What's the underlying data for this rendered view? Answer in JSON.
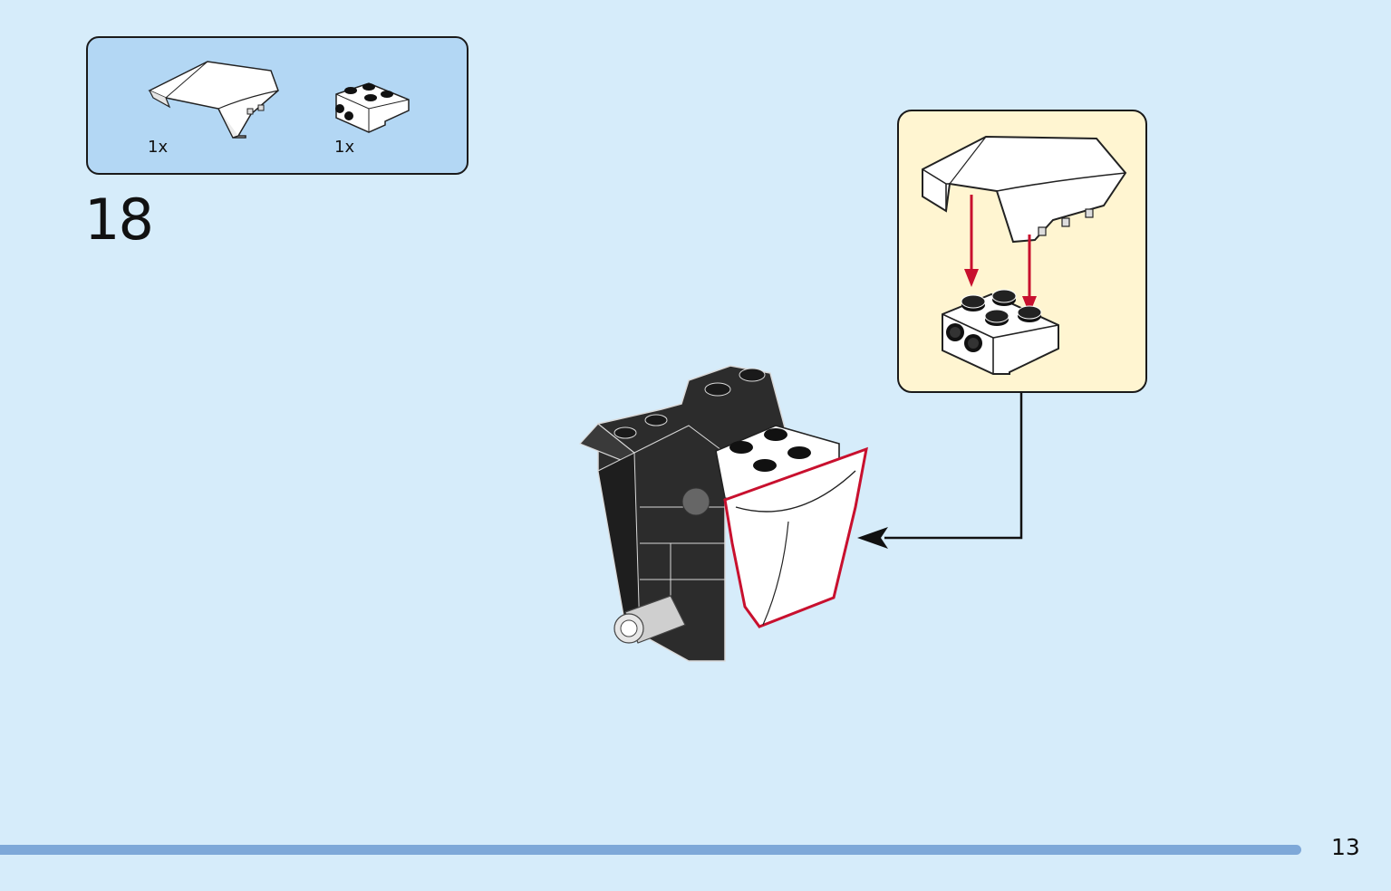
{
  "step": {
    "number": "18"
  },
  "parts": [
    {
      "name": "curved-slope-white",
      "quantity": "1x"
    },
    {
      "name": "plate-with-side-studs-white",
      "quantity": "1x"
    }
  ],
  "page": {
    "number": "13"
  },
  "colors": {
    "background": "#d6ecfa",
    "parts_box": "#b3d7f4",
    "callout_box": "#fff5d1",
    "footer_bar": "#7ea8d8",
    "highlight": "#c8102e",
    "brick_black": "#2b2b2b",
    "brick_white": "#ffffff"
  }
}
